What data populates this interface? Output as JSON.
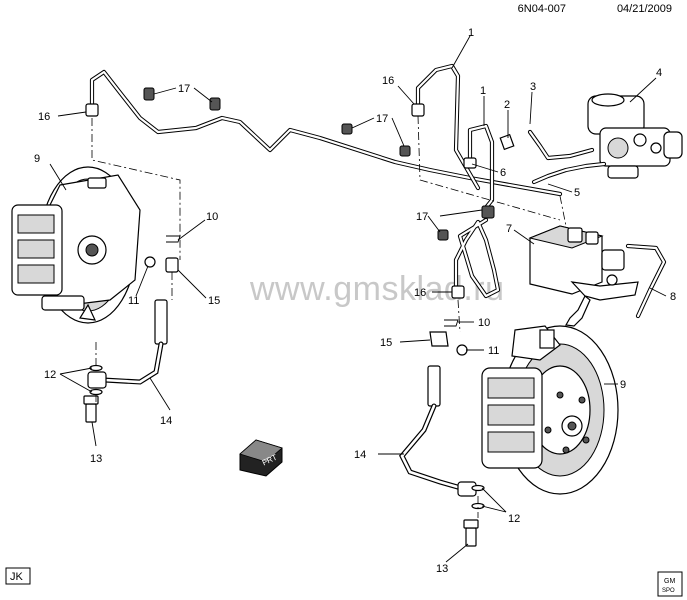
{
  "header": {
    "code": "6N04-007",
    "date": "04/21/2009"
  },
  "watermark": "www.gmsklad.ru",
  "corner_code": "JK",
  "logo_text": {
    "top": "GM",
    "bottom": "SPO"
  },
  "front_arrow_text": "FRT",
  "callouts": {
    "c1a": "1",
    "c1b": "1",
    "c2": "2",
    "c3": "3",
    "c4": "4",
    "c5": "5",
    "c6": "6",
    "c7": "7",
    "c8": "8",
    "c9L": "9",
    "c9R": "9",
    "c10L": "10",
    "c10R": "10",
    "c11L": "11",
    "c11R": "11",
    "c12L": "12",
    "c12R": "12",
    "c13L": "13",
    "c13R": "13",
    "c14L": "14",
    "c14R": "14",
    "c15L": "15",
    "c15R": "15",
    "c16a": "16",
    "c16b": "16",
    "c16c": "16",
    "c17a": "17",
    "c17b": "17",
    "c17c": "17"
  }
}
